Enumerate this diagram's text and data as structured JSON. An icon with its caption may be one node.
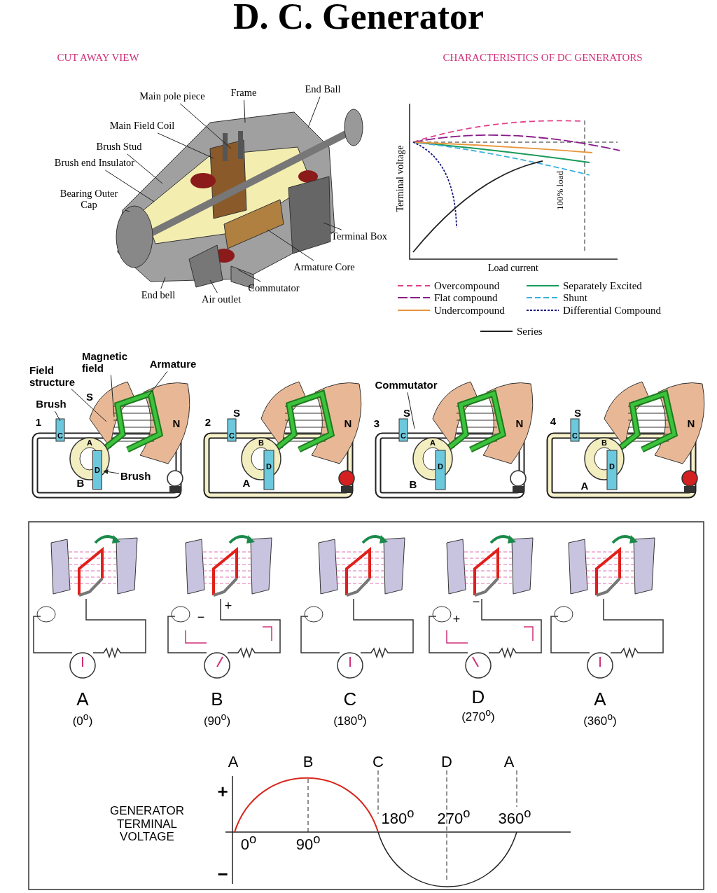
{
  "diagram": {
    "title": "D. C. Generator",
    "nodes": [
      {
        "text": [
          "End Ball"
        ]
      },
      {
        "text": [
          "Main pole piece"
        ]
      },
      {
        "text": [
          "Frame"
        ]
      },
      {
        "text": [
          "Main Field Coil"
        ]
      },
      {
        "text": [
          "Brush Stud"
        ]
      },
      {
        "text": [
          "Brush end Insulator"
        ]
      },
      {
        "text": [
          "Bearing Outer Cap"
        ]
      },
      {
        "text": [
          "Terminal Box"
        ]
      },
      {
        "text": [
          "Armature Core"
        ]
      },
      {
        "text": [
          "Commutator"
        ]
      },
      {
        "text": [
          "End bell"
        ]
      },
      {
        "text": [
          "Air outlet"
        ]
      },
      {
        "text": [
          "Field structure"
        ]
      },
      {
        "text": [
          "Magnetic field"
        ]
      },
      {
        "text": [
          "Armature"
        ]
      },
      {
        "text": [
          "Brush"
        ]
      },
      {
        "text": [
          "Brush"
        ]
      },
      {
        "text": [
          "Commutator"
        ]
      },
      {
        "text": [
          "D"
        ]
      }
    ],
    "edges": [
      {
        "from": 0,
        "to": null,
        "arrow": "none"
      },
      {
        "from": 1,
        "to": null,
        "arrow": "none"
      },
      {
        "from": 2,
        "to": null,
        "arrow": "none"
      },
      {
        "from": 3,
        "to": null,
        "arrow": "none"
      },
      {
        "from": 4,
        "to": null,
        "arrow": "none"
      },
      {
        "from": 5,
        "to": null,
        "arrow": "none"
      },
      {
        "from": 6,
        "to": null,
        "arrow": "none"
      },
      {
        "from": 7,
        "to": null,
        "arrow": "none"
      },
      {
        "from": 8,
        "to": null,
        "arrow": "none"
      },
      {
        "from": 9,
        "to": null,
        "arrow": "none"
      },
      {
        "from": 10,
        "to": null,
        "arrow": "none"
      },
      {
        "from": 11,
        "to": null,
        "arrow": "none"
      },
      {
        "from": 12,
        "to": null,
        "arrow": "none"
      },
      {
        "from": 13,
        "to": null,
        "arrow": "none"
      },
      {
        "from": 14,
        "to": null,
        "arrow": "none"
      },
      {
        "from": 15,
        "to": null,
        "arrow": "none"
      },
      {
        "from": 16,
        "to": 18,
        "arrow": "to"
      },
      {
        "from": 17,
        "to": null,
        "arrow": "none"
      }
    ],
    "labels": [
      "CUT AWAY VIEW",
      "CHARACTERISTICS OF DC GENERATORS",
      "Terminal voltage",
      "100% load",
      "Load current",
      "1",
      "S",
      "N",
      "C",
      "A",
      "B",
      "2",
      "S",
      "N",
      "C",
      "B",
      "D",
      "A",
      "3",
      "S",
      "N",
      "C",
      "A",
      "D",
      "B",
      "4",
      "S",
      "N",
      "C",
      "B",
      "D",
      "A",
      "+",
      "−",
      "−",
      "+",
      "A",
      "(0$^{o}$)",
      "B",
      "(90$^{o}$)",
      "C",
      "(180$^{o}$)",
      "D",
      "(270$^{o}$)",
      "A",
      "(360$^{o}$)",
      "A",
      "B",
      "C",
      "D",
      "A",
      "+",
      "GENERATOR TERMINAL VOLTAGE",
      "180$^{o}$",
      "270$^{o}$",
      "360$^{o}$",
      "0$^{o}$",
      "90$^{o}$",
      "−"
    ],
    "legend": [
      {
        "text": "Overcompound"
      },
      {
        "text": "Separately Excited"
      },
      {
        "text": "Flat compound"
      },
      {
        "text": "Shunt"
      },
      {
        "text": "Undercompound"
      },
      {
        "text": "Differential Compound"
      },
      {
        "text": "Series"
      }
    ]
  }
}
